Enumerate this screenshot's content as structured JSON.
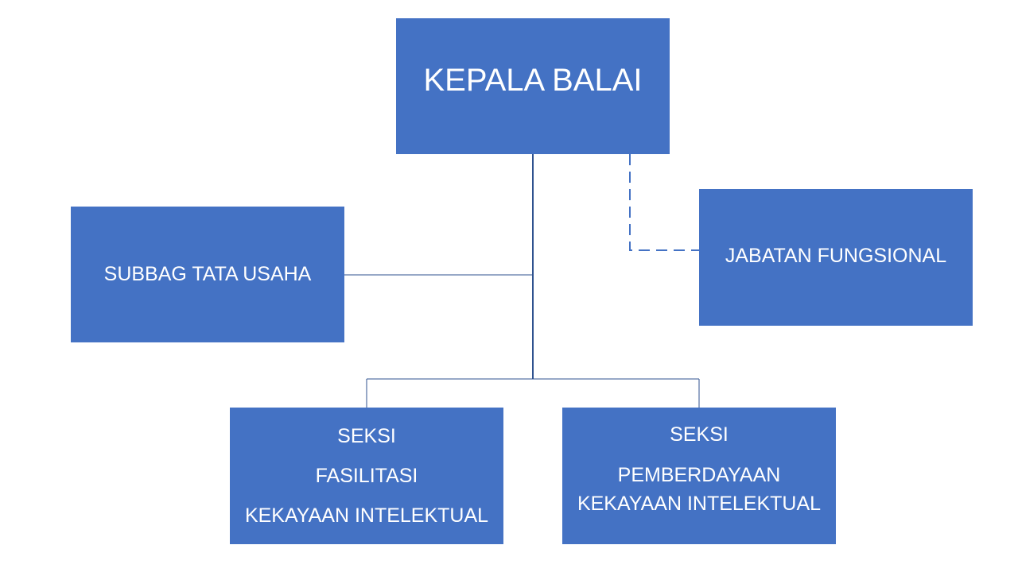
{
  "diagram": {
    "head": {
      "label": "KEPALA BALAI"
    },
    "subbag": {
      "label": "SUBBAG TATA USAHA"
    },
    "jabatan": {
      "label": "JABATAN FUNGSIONAL"
    },
    "seksi_fasilitasi": {
      "lines": [
        "SEKSI",
        "FASILITASI",
        "KEKAYAAN INTELEKTUAL"
      ]
    },
    "seksi_pemberdayaan": {
      "lines": [
        "SEKSI",
        "PEMBERDAYAAN",
        "KEKAYAAN INTELEKTUAL"
      ]
    }
  },
  "colors": {
    "box_fill": "#4472c4",
    "box_text": "#ffffff",
    "connector_solid": "#2f528f",
    "connector_dashed": "#4472c4"
  }
}
